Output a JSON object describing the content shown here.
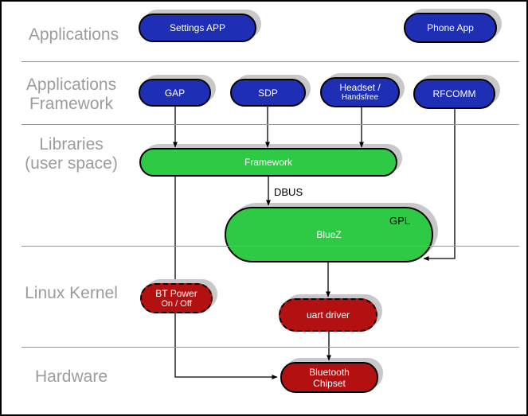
{
  "diagram": {
    "type": "bluetooth-software-stack",
    "layers": {
      "applications": {
        "line1": "Applications",
        "line2": ""
      },
      "app_framework": {
        "line1": "Applications",
        "line2": "Framework"
      },
      "libraries": {
        "line1": "Libraries",
        "line2": "(user space)"
      },
      "linux_kernel": {
        "line1": "Linux Kernel",
        "line2": ""
      },
      "hardware": {
        "line1": "Hardware",
        "line2": ""
      }
    },
    "nodes": {
      "settings_app": {
        "line1": "Settings APP",
        "line2": "",
        "color": "#1e2fb5"
      },
      "phone_app": {
        "line1": "Phone App",
        "line2": "",
        "color": "#1e2fb5"
      },
      "gap": {
        "line1": "GAP",
        "line2": "",
        "color": "#1e2fb5"
      },
      "sdp": {
        "line1": "SDP",
        "line2": "",
        "color": "#1e2fb5"
      },
      "headset": {
        "line1": "Headset /",
        "line2": "Handsfree",
        "color": "#1e2fb5"
      },
      "rfcomm": {
        "line1": "RFCOMM",
        "line2": "",
        "color": "#1e2fb5"
      },
      "framework": {
        "line1": "Framework",
        "line2": "",
        "color": "#2fca45"
      },
      "bluez": {
        "line1": "BlueZ",
        "line2": "",
        "badge": "GPL",
        "color": "#2fca45"
      },
      "bt_power": {
        "line1": "BT Power",
        "line2": "On / Off",
        "color": "#b31111",
        "border": "dashed"
      },
      "uart_driver": {
        "line1": "uart driver",
        "line2": "",
        "color": "#b31111",
        "border": "dashed"
      },
      "bt_chipset": {
        "line1": "Bluetooth",
        "line2": "Chipset",
        "color": "#b31111",
        "border": "solid"
      }
    },
    "edge_labels": {
      "dbus": "DBUS"
    },
    "colors": {
      "pill_blue": "#1e2fb5",
      "pill_green": "#2fca45",
      "pill_red": "#b31111",
      "layer_label_gray": "#9c9c9c",
      "divider_gray": "#999999",
      "shadow_gray": "#c8c8c8",
      "pill_text": "#ffffff",
      "edge_text": "#000000"
    }
  }
}
